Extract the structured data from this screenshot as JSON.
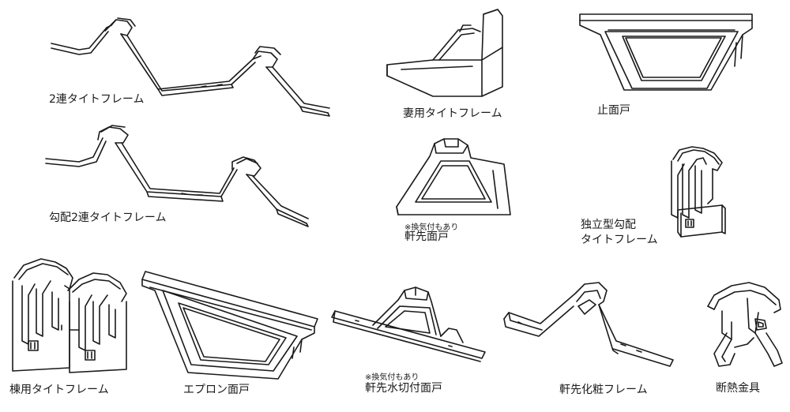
{
  "parts": {
    "double_tight_frame": "2連タイトフレーム",
    "gable_tight_frame": "妻用タイトフレーム",
    "stop_closure": "止面戸",
    "sloped_double_tight_frame": "勾配2連タイトフレーム",
    "eave_closure_note": "※換気付もあり",
    "eave_closure": "軒先面戸",
    "independent_sloped_line1": "独立型勾配",
    "independent_sloped_line2": "タイトフレーム",
    "ridge_tight_frame": "棟用タイトフレーム",
    "apron_closure": "エプロン面戸",
    "eave_water_cut_note": "※換気付もあり",
    "eave_water_cut_closure": "軒先水切付面戸",
    "eave_trim_frame": "軒先化粧フレーム",
    "insulation_bracket": "断熱金具"
  }
}
